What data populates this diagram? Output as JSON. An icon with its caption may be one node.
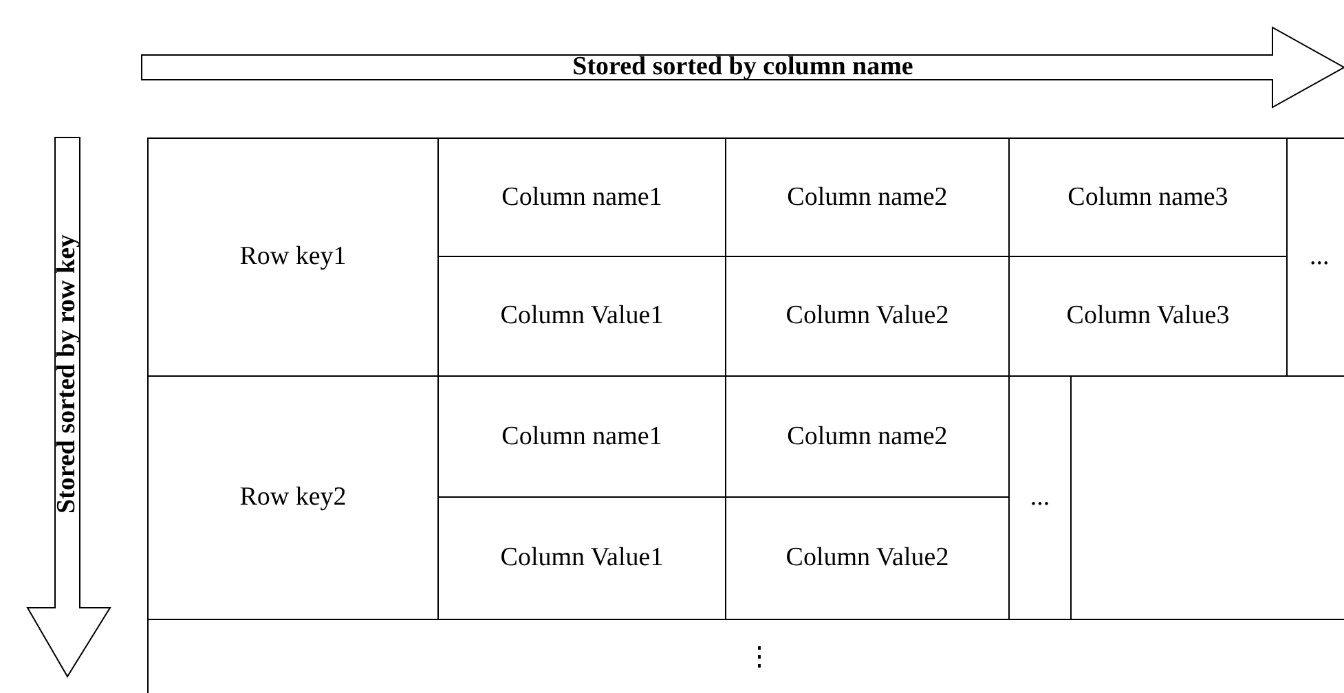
{
  "diagram": {
    "labels": [
      "Stored sorted by column name",
      "Stored sorted by row key",
      "Row key1",
      "Column name1",
      "Column name2",
      "Column name3",
      "...",
      "Column Value1",
      "Column Value2",
      "Column Value3",
      "Row key2",
      "Column name1",
      "Column name2",
      "...",
      "Column Value1",
      "Column Value2",
      "⋮"
    ]
  }
}
